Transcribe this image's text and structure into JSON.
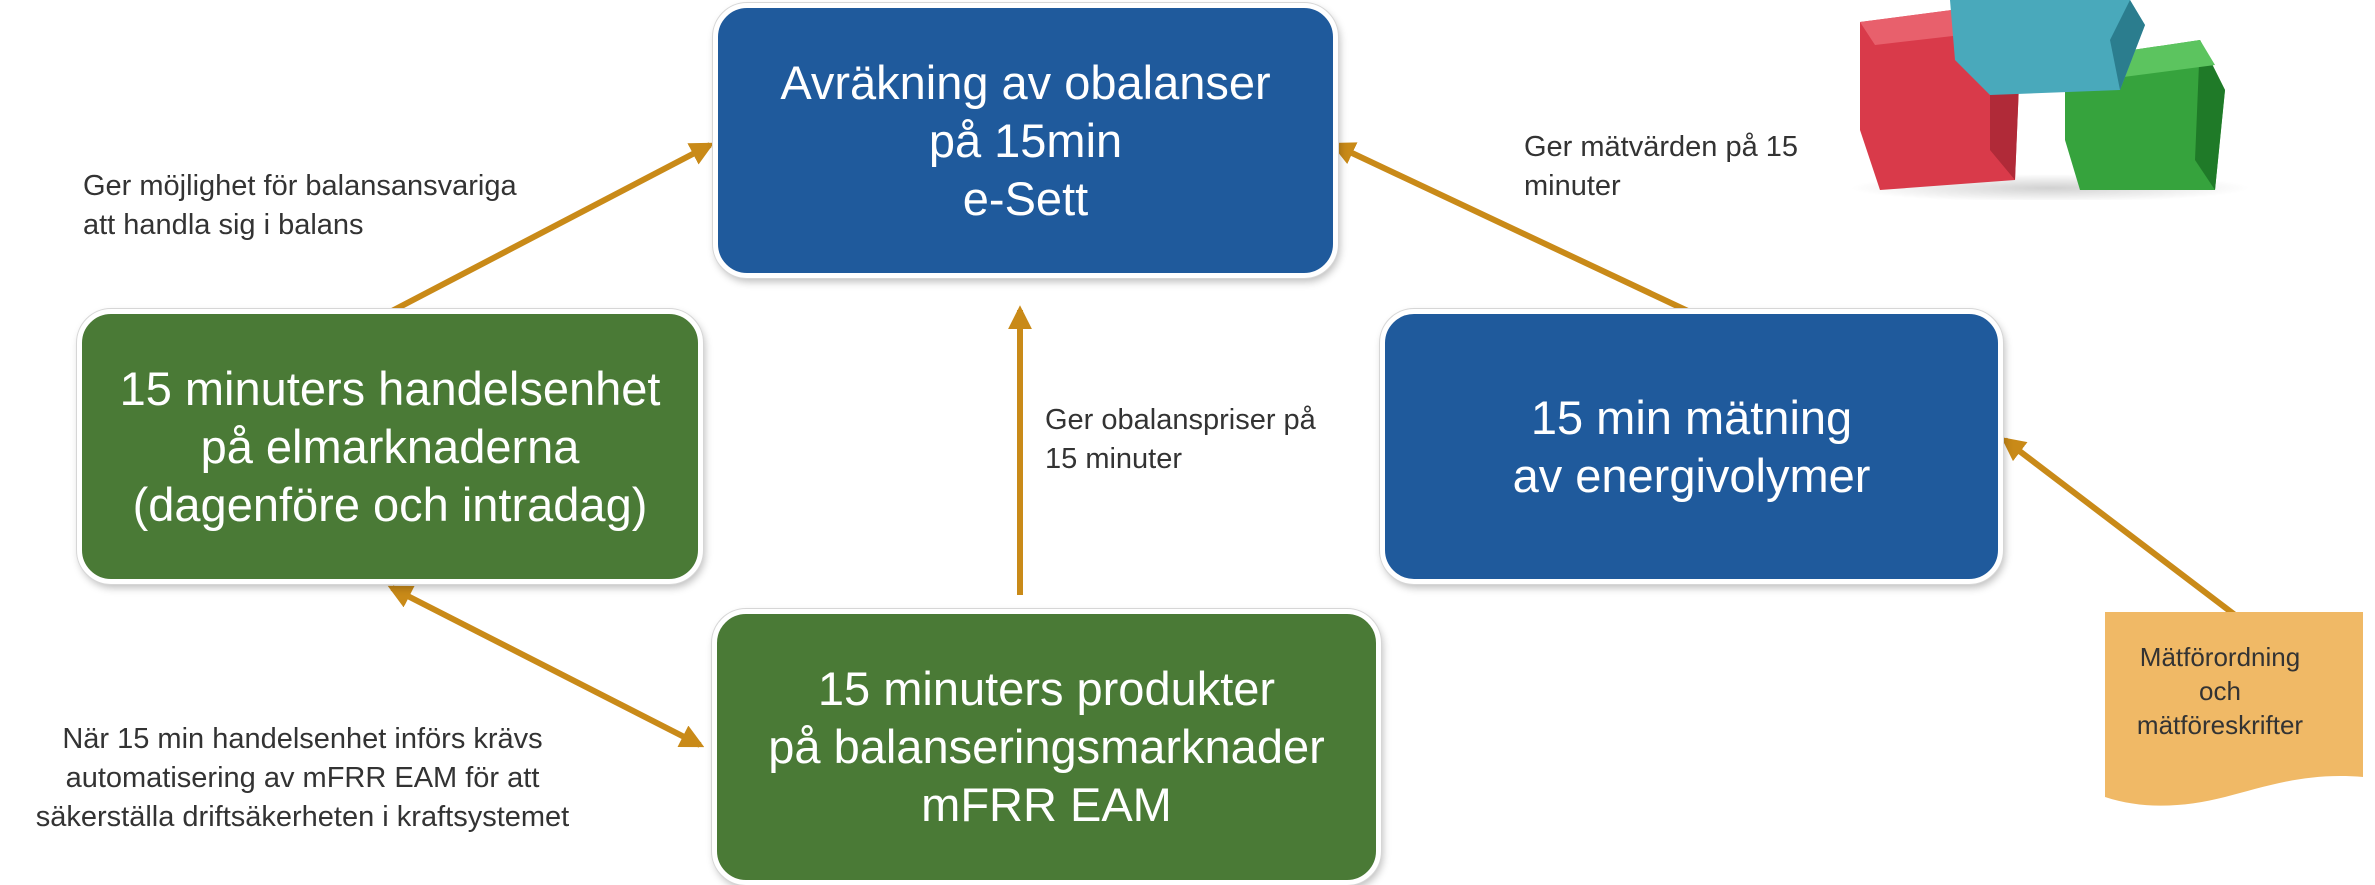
{
  "boxes": {
    "settlement": [
      "Avräkning av obalanser",
      "på 15min",
      "e-Sett"
    ],
    "trading_unit": [
      "15 minuters handelsenhet",
      "på elmarknaderna",
      "(dagenföre och intradag)"
    ],
    "metering": [
      "15 min mätning",
      "av energivolymer"
    ],
    "balancing_products": [
      "15 minuters produkter",
      "på balanseringsmarknader",
      "mFRR EAM"
    ]
  },
  "notes": {
    "trading_possibility": [
      "Ger möjlighet för balansansvariga",
      "att handla sig i balans"
    ],
    "meter_values": [
      "Ger mätvärden på 15",
      "minuter"
    ],
    "imbalance_prices": [
      "Ger obalanspriser på",
      "15 minuter"
    ],
    "automation": [
      "När 15 min handelsenhet införs krävs",
      "automatisering av mFRR EAM för att",
      "säkerställa driftsäkerheten i kraftsystemet"
    ]
  },
  "document": [
    "Mätförordning",
    "och",
    "mätföreskrifter"
  ],
  "colors": {
    "blue_box": "#1f5a9c",
    "green_box": "#4a7a36",
    "arrow": "#c98a18",
    "document": "#f0b966"
  },
  "icons": {
    "blocks": "toy-blocks-icon"
  }
}
